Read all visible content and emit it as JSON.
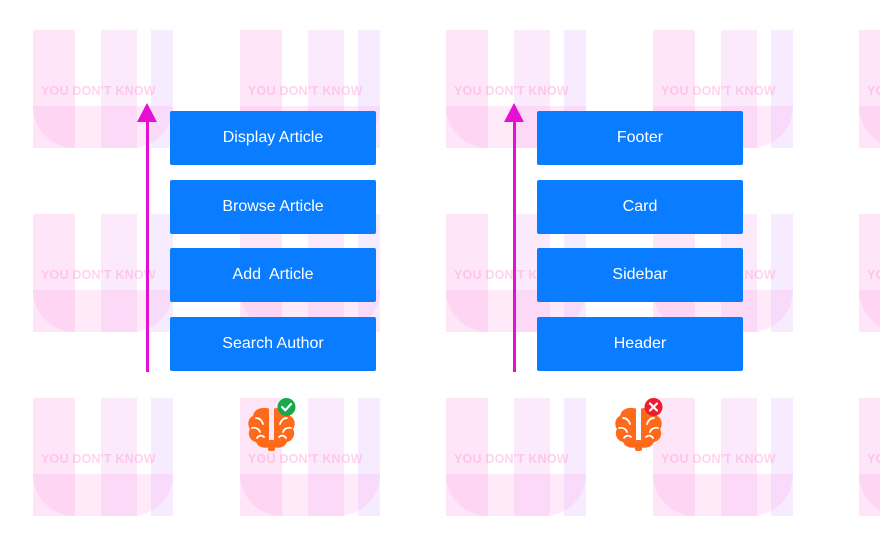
{
  "watermark": {
    "text": "YOU DON'T KNOW"
  },
  "colors": {
    "background": "#ffffff",
    "button": "#0a7cff",
    "button_text": "#ffffff",
    "arrow": "#e80fd5",
    "brain": "#ff6a1a",
    "badge_correct": "#1aa84a",
    "badge_incorrect": "#ee1c2e",
    "watermark": "#ffb3e6"
  },
  "panels": [
    {
      "arrow_icon": "arrow-up-icon",
      "buttons": [
        {
          "label": "Display Article"
        },
        {
          "label": "Browse Article"
        },
        {
          "label": "Add  Article"
        },
        {
          "label": "Search Author"
        }
      ],
      "brain_icon": "brain-icon",
      "badge_icon": "check-icon",
      "badge_status": "correct"
    },
    {
      "arrow_icon": "arrow-up-icon",
      "buttons": [
        {
          "label": "Footer"
        },
        {
          "label": "Card"
        },
        {
          "label": "Sidebar"
        },
        {
          "label": "Header"
        }
      ],
      "brain_icon": "brain-icon",
      "badge_icon": "cross-icon",
      "badge_status": "incorrect"
    }
  ]
}
